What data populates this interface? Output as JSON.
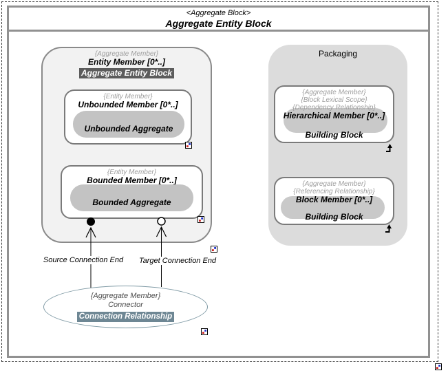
{
  "frame": {
    "stereotype": "<Aggregate Block>",
    "title": "Aggregate Entity Block"
  },
  "left_block": {
    "stereotype": "{Aggregate Member}",
    "name": "Entity Member [0*..]",
    "highlight": "Aggregate Entity Block",
    "unbounded": {
      "stereotype": "{Entity Member}",
      "name": "Unbounded Member [0*..]",
      "pill": "Unbounded Aggregate"
    },
    "bounded": {
      "stereotype": "{Entity Member}",
      "name": "Bounded Member [0*..]",
      "pill": "Bounded Aggregate"
    }
  },
  "packaging": {
    "title": "Packaging",
    "hierarchical": {
      "stereotypes": [
        "{Aggregate Member}",
        "{Block Lexical Scope}",
        "{Dependency Relationship}"
      ],
      "name": "Hierarchical Member [0*..]",
      "footer": "Building Block"
    },
    "block_member": {
      "stereotypes": [
        "{Aggregate Member}",
        "{Referencing Relationship}"
      ],
      "name": "Block Member [0*..]",
      "footer": "Building Block"
    }
  },
  "connector": {
    "source_label": "Source Connection End",
    "target_label": "Target Connection End",
    "ellipse": {
      "stereotype": "{Aggregate Member}",
      "name": "Connector",
      "highlight": "Connection Relationship"
    }
  },
  "icons": {
    "composite_indicator": "grid-dot-icon (white square, blue top-right dot, red bottom-left dot)",
    "navigate_up": "up-arrow-with-foot-icon"
  },
  "colors": {
    "frame_border": "#919191",
    "block_border": "#7a7a7a",
    "left_block_fill": "#f2f2f2",
    "pill_fill": "#c3c3c3",
    "packaging_fill": "#dcdcdc",
    "highlight_dark_bg": "#5c5c5c",
    "highlight_slate_bg": "#6e8794",
    "ellipse_border": "#7e99a4",
    "stereotype_text": "#9e9e9e"
  }
}
